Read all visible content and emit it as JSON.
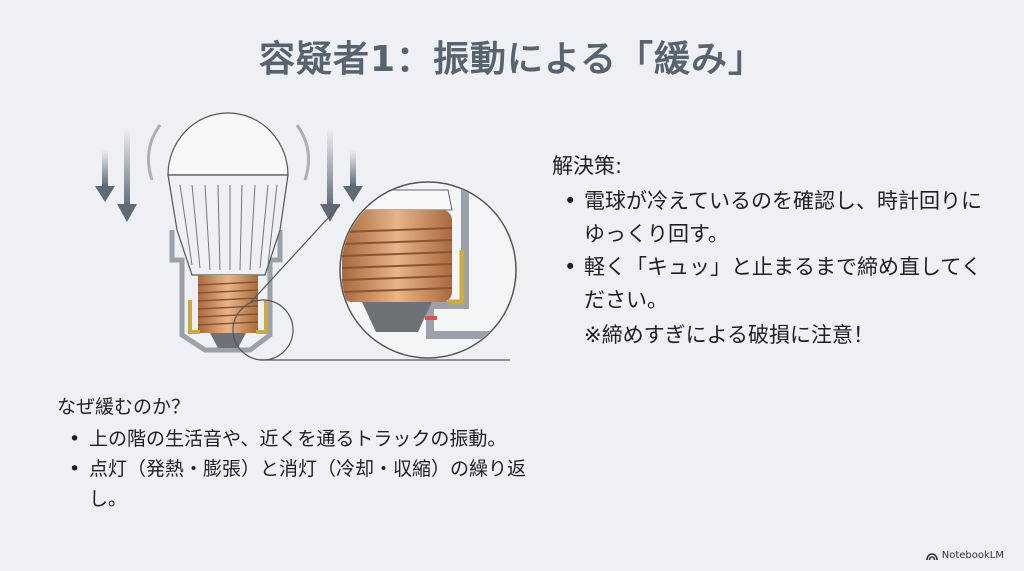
{
  "title": "容疑者1：振動による「緩み」",
  "solution": {
    "heading": "解決策:",
    "items": [
      "電球が冷えているのを確認し、時計回りにゆっくり回す。",
      "軽く「キュッ」と止まるまで締め直してください。"
    ],
    "note": "※締めすぎによる破損に注意！"
  },
  "why": {
    "heading": "なぜ緩むのか？",
    "items": [
      "上の階の生活音や、近くを通るトラックの振動。",
      "点灯（発熱・膨張）と消灯（冷却・収縮）の繰り返し。"
    ]
  },
  "illustration": {
    "description": "LED bulb in socket with vibration arrows and magnified loose screw base",
    "colors": {
      "copper": "#c98a5a",
      "socket": "#9aa1a8",
      "arrow": "#5e6a75",
      "brass": "#c9a94a"
    }
  },
  "brand": {
    "label": "NotebookLM"
  }
}
